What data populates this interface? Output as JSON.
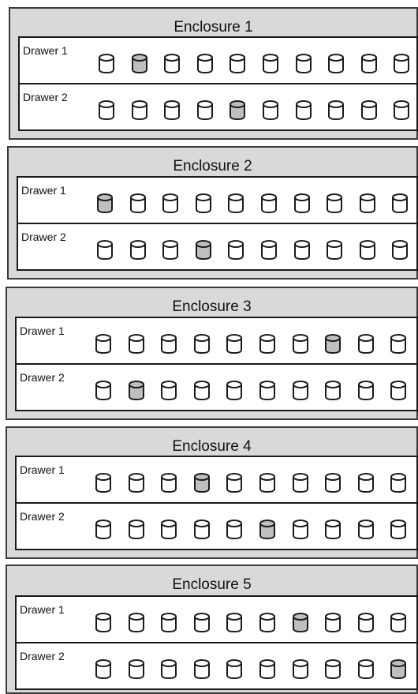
{
  "enclosures": [
    {
      "title": "Enclosure 1",
      "drawers": [
        {
          "label": "Drawer 1",
          "highlighted_disks": [
            2
          ]
        },
        {
          "label": "Drawer 2",
          "highlighted_disks": [
            5
          ]
        }
      ]
    },
    {
      "title": "Enclosure 2",
      "drawers": [
        {
          "label": "Drawer 1",
          "highlighted_disks": [
            1
          ]
        },
        {
          "label": "Drawer 2",
          "highlighted_disks": [
            4
          ]
        }
      ]
    },
    {
      "title": "Enclosure 3",
      "drawers": [
        {
          "label": "Drawer 1",
          "highlighted_disks": [
            8
          ]
        },
        {
          "label": "Drawer 2",
          "highlighted_disks": [
            2
          ]
        }
      ]
    },
    {
      "title": "Enclosure 4",
      "drawers": [
        {
          "label": "Drawer 1",
          "highlighted_disks": [
            4
          ]
        },
        {
          "label": "Drawer 2",
          "highlighted_disks": [
            6
          ]
        }
      ]
    },
    {
      "title": "Enclosure 5",
      "drawers": [
        {
          "label": "Drawer 1",
          "highlighted_disks": [
            7
          ]
        },
        {
          "label": "Drawer 2",
          "highlighted_disks": [
            10
          ]
        }
      ]
    }
  ],
  "disks_per_drawer": 10,
  "colors": {
    "enclosure_background": "#d9d9d9",
    "drawer_background": "#ffffff",
    "disk_normal": "#ffffff",
    "disk_highlighted": "#bfbfbf",
    "outline": "#1a1a1a"
  },
  "icons": {
    "disk": "disk-cylinder-icon"
  }
}
